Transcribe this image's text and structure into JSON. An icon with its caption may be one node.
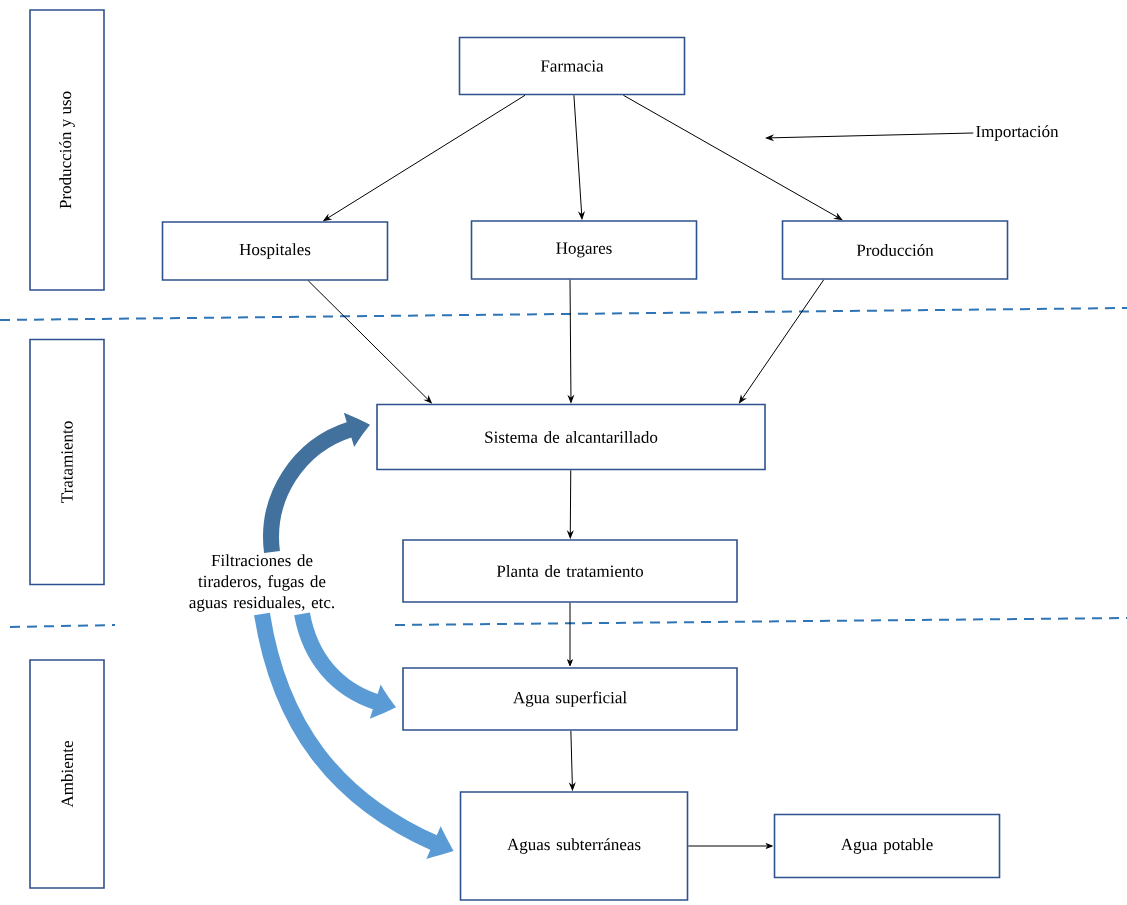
{
  "diagram": {
    "nodes": [
      {
        "text": [
          "Producción y uso"
        ]
      },
      {
        "text": [
          "Tratamiento"
        ]
      },
      {
        "text": [
          "Ambiente"
        ]
      },
      {
        "text": [
          "Farmacia"
        ]
      },
      {
        "text": [
          "Hospitales"
        ]
      },
      {
        "text": [
          "Hogares"
        ]
      },
      {
        "text": [
          "Producción"
        ]
      },
      {
        "text": [
          "Importación"
        ]
      },
      {
        "text": [
          "Sistema de alcantarillado"
        ]
      },
      {
        "text": [
          "Planta de tratamiento"
        ]
      },
      {
        "text": [
          "Agua superficial"
        ]
      },
      {
        "text": [
          "Aguas subterráneas"
        ]
      },
      {
        "text": [
          "Agua potable"
        ]
      },
      {
        "text": [
          "Filtraciones de tiraderos, fugas de aguas residuales, etc."
        ]
      }
    ],
    "edges": [
      {
        "from": 3,
        "to": 4,
        "arrow": "to"
      },
      {
        "from": 3,
        "to": 5,
        "arrow": "to"
      },
      {
        "from": 3,
        "to": 6,
        "arrow": "to"
      },
      {
        "from": 7,
        "to": null,
        "arrow": "to"
      },
      {
        "from": 4,
        "to": 8,
        "arrow": "to"
      },
      {
        "from": 5,
        "to": 8,
        "arrow": "to"
      },
      {
        "from": 6,
        "to": 8,
        "arrow": "to"
      },
      {
        "from": 8,
        "to": 9,
        "arrow": "to"
      },
      {
        "from": 9,
        "to": 10,
        "arrow": "to"
      },
      {
        "from": 10,
        "to": 11,
        "arrow": "to"
      },
      {
        "from": 11,
        "to": 12,
        "arrow": "to"
      },
      {
        "from": 13,
        "to": 8,
        "arrow": "to",
        "style": "thick",
        "color": "#41719c"
      },
      {
        "from": 13,
        "to": 10,
        "arrow": "to",
        "style": "thick",
        "color": "#5b9bd5"
      },
      {
        "from": 13,
        "to": 11,
        "arrow": "to",
        "style": "thick",
        "color": "#5b9bd5"
      }
    ]
  }
}
